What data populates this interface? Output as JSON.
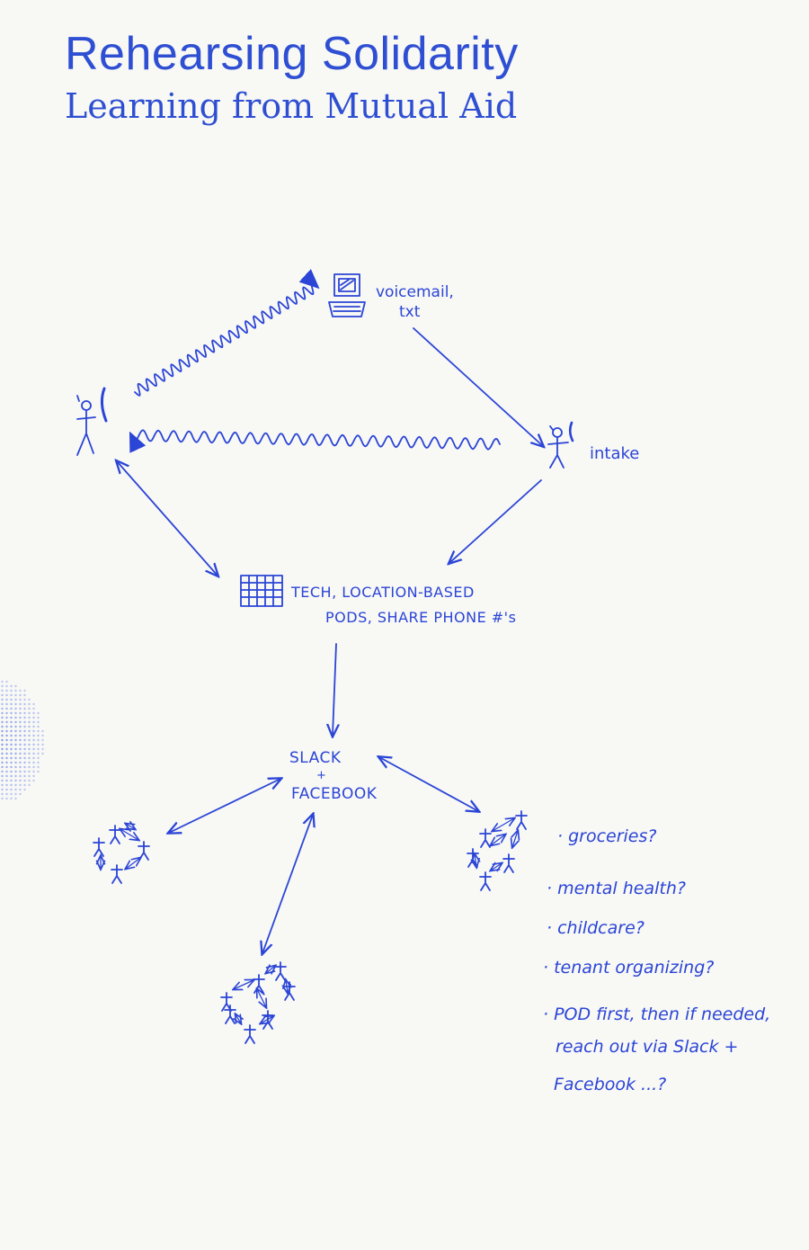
{
  "cover": {
    "title": "Rehearsing Solidarity",
    "subtitle": "Learning from Mutual Aid"
  },
  "diagram": {
    "nodes": {
      "voicemail": {
        "line1": "voicemail,",
        "line2": "txt"
      },
      "intake": {
        "label": "intake"
      },
      "pods": {
        "line1": "TECH, LOCATION-BASED",
        "line2": "PODS, SHARE PHONE #'s"
      },
      "hub": {
        "line1": "SLACK",
        "line2": "+",
        "line3": "FACEBOOK"
      }
    },
    "questions": [
      "· groceries?",
      "· mental health?",
      "· childcare?",
      "· tenant organizing?",
      "· POD first, then if needed,",
      "reach out via Slack +",
      "Facebook ...?"
    ]
  },
  "colors": {
    "ink": "#2b45d6",
    "paper": "#f8f8f5"
  }
}
